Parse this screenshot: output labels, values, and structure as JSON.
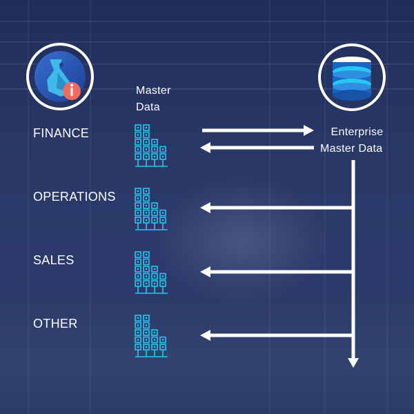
{
  "header": {
    "master_data_line1": "Master",
    "master_data_line2": "Data",
    "enterprise_line1": "Enterprise",
    "enterprise_line2": "Master Data"
  },
  "departments": [
    {
      "label": "FINANCE"
    },
    {
      "label": "OPERATIONS"
    },
    {
      "label": "SALES"
    },
    {
      "label": "OTHER"
    }
  ],
  "icons": {
    "left_logo": "app-info-logo-icon",
    "right_logo": "database-icon",
    "data_block": "data-grid-icon"
  },
  "colors": {
    "background": "#26355f",
    "accent_cyan": "#27c7f0",
    "arrow": "#ffffff",
    "badge": "#f06b5e"
  }
}
